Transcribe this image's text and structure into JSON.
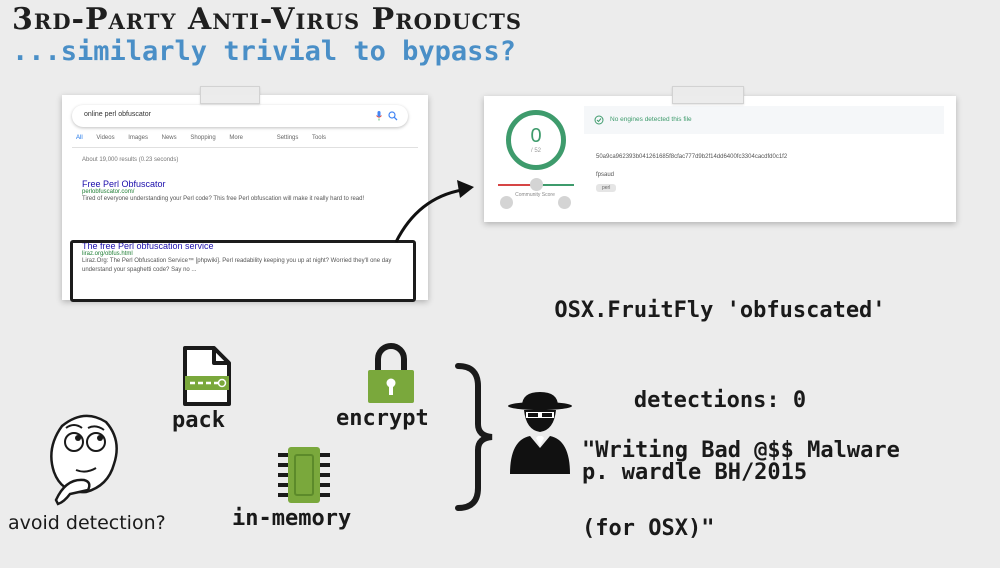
{
  "title": "3rd-Party Anti-Virus Products",
  "subtitle": "...similarly trivial to bypass?",
  "google": {
    "search_query": "online perl obfuscator",
    "tabs": [
      "All",
      "Videos",
      "Images",
      "News",
      "Shopping",
      "More",
      "Settings",
      "Tools"
    ],
    "stats": "About 19,000 results (0.23 seconds)",
    "results": [
      {
        "title": "Free Perl Obfuscator",
        "url": "perlobfuscator.com/",
        "desc": "Tired of everyone understanding your Perl code? This free Perl obfuscation will make it really hard to read!"
      },
      {
        "title": "The free Perl obfuscation service",
        "url": "liraz.org/obfus.html",
        "desc": "Liraz.Org: The Perl Obfuscation Service™ [phpwiki]. Perl readability keeping you up at night? Worried they'll one day understand your spaghetti code? Say no ..."
      }
    ]
  },
  "virustotal": {
    "detections": "0",
    "total": "/ 52",
    "status": "No engines detected this file",
    "hash": "50a9ca962393b041261685f8cfac777d9b2f14dd6400fc3304cacdfd0c1f2",
    "filename": "fpsaud",
    "tag": "perl",
    "community_label": "Community Score"
  },
  "detection_caption": {
    "line1": "OSX.FruitFly 'obfuscated'",
    "line2": "detections: 0"
  },
  "techniques": {
    "pack": "pack",
    "encrypt": "encrypt",
    "in_memory": "in-memory"
  },
  "avoid_text": "avoid detection?",
  "quote": {
    "line1": "\"Writing Bad @$$ Malware",
    "line2": "(for OSX)\"",
    "author": "p. wardle BH/2015"
  },
  "colors": {
    "accent": "#4a8fc7",
    "vt_green": "#3e9b6c",
    "icon_green": "#7aa83c"
  },
  "icons": [
    "search-icon",
    "mic-icon",
    "shield-check-icon",
    "zip-file-icon",
    "padlock-icon",
    "memory-chip-icon",
    "hacker-icon",
    "curly-brace-icon",
    "arrow-icon",
    "thinking-face-icon"
  ]
}
